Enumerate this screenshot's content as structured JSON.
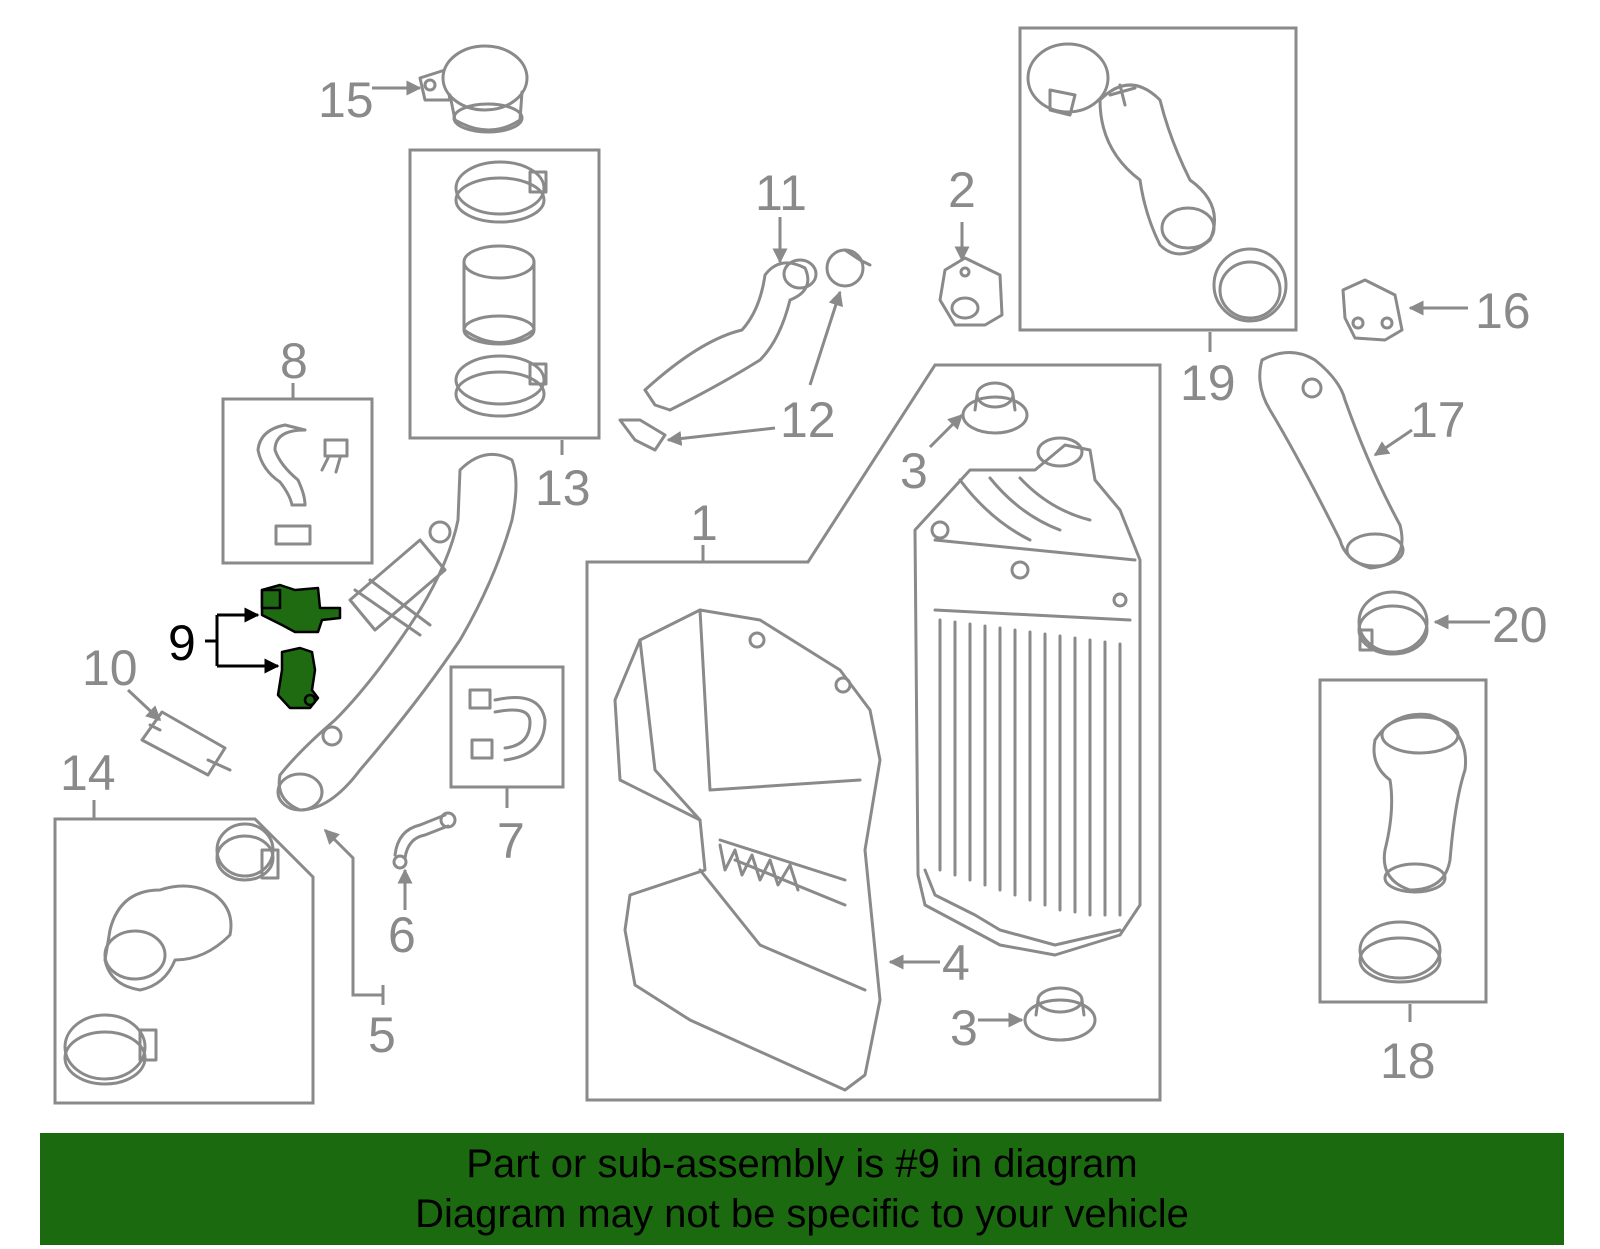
{
  "callouts": {
    "c1": "1",
    "c2": "2",
    "c3a": "3",
    "c3b": "3",
    "c4": "4",
    "c5": "5",
    "c6": "6",
    "c7": "7",
    "c8": "8",
    "c9": "9",
    "c10": "10",
    "c11": "11",
    "c12": "12",
    "c13": "13",
    "c14": "14",
    "c15": "15",
    "c16": "16",
    "c17": "17",
    "c18": "18",
    "c19": "19",
    "c20": "20"
  },
  "highlighted_part": "9",
  "colors": {
    "highlight": "#1f6b12",
    "banner": "#1c6a10",
    "line_art": "#8a8a8a"
  },
  "banner": {
    "line1": "Part or sub-assembly is #9 in diagram",
    "line2": "Diagram may not be specific to your vehicle"
  }
}
